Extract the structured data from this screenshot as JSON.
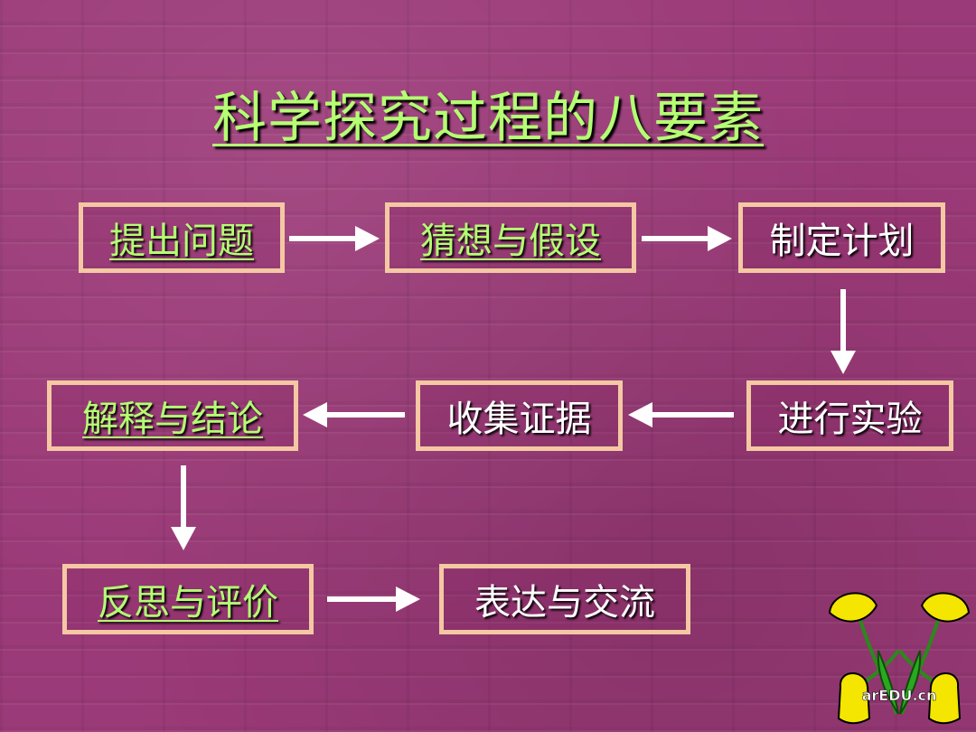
{
  "title": "科学探究过程的八要素",
  "steps": {
    "s1": "提出问题",
    "s2": "猜想与假设",
    "s3": "制定计划",
    "s4": "进行实验",
    "s5": "收集证据",
    "s6": "解释与结论",
    "s7": "反思与评价",
    "s8": "表达与交流"
  },
  "colors": {
    "background": "#9b3a78",
    "link_text": "#b4ff73",
    "plain_text": "#ffffff",
    "box_border": "#f4c8a3",
    "arrow": "#ffffff"
  },
  "logo": {
    "text": "arEDU.cn",
    "icon": "bellflower-logo-icon"
  }
}
